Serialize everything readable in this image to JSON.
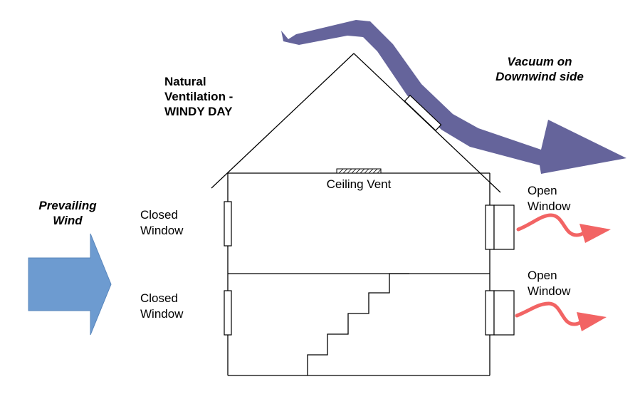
{
  "title": {
    "line1": "Natural",
    "line2": "Ventilation -",
    "line3": "WINDY DAY"
  },
  "vacuum": {
    "line1": "Vacuum on",
    "line2": "Downwind side"
  },
  "prevailing": {
    "line1": "Prevailing",
    "line2": "Wind"
  },
  "ceiling_vent": "Ceiling Vent",
  "left_windows": [
    {
      "line1": "Closed",
      "line2": "Window"
    },
    {
      "line1": "Closed",
      "line2": "Window"
    }
  ],
  "right_windows": [
    {
      "line1": "Open",
      "line2": "Window"
    },
    {
      "line1": "Open",
      "line2": "Window"
    }
  ],
  "colors": {
    "wind_arrow": "#6d9bd0",
    "vacuum_arrow": "#65649b",
    "open_window_arrow": "#f26464",
    "structure": "#000000"
  }
}
